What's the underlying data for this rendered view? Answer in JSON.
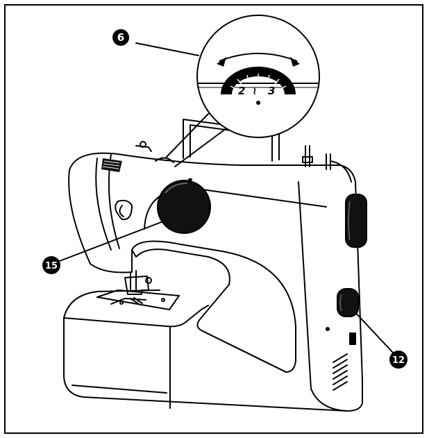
{
  "labels": {
    "callout_top": "6",
    "callout_left": "15",
    "callout_right": "12"
  },
  "dial": {
    "left_number": "2",
    "middle_symbol": "≀",
    "right_number": "3"
  },
  "colors": {
    "line": "#000000",
    "fill": "#ffffff"
  }
}
